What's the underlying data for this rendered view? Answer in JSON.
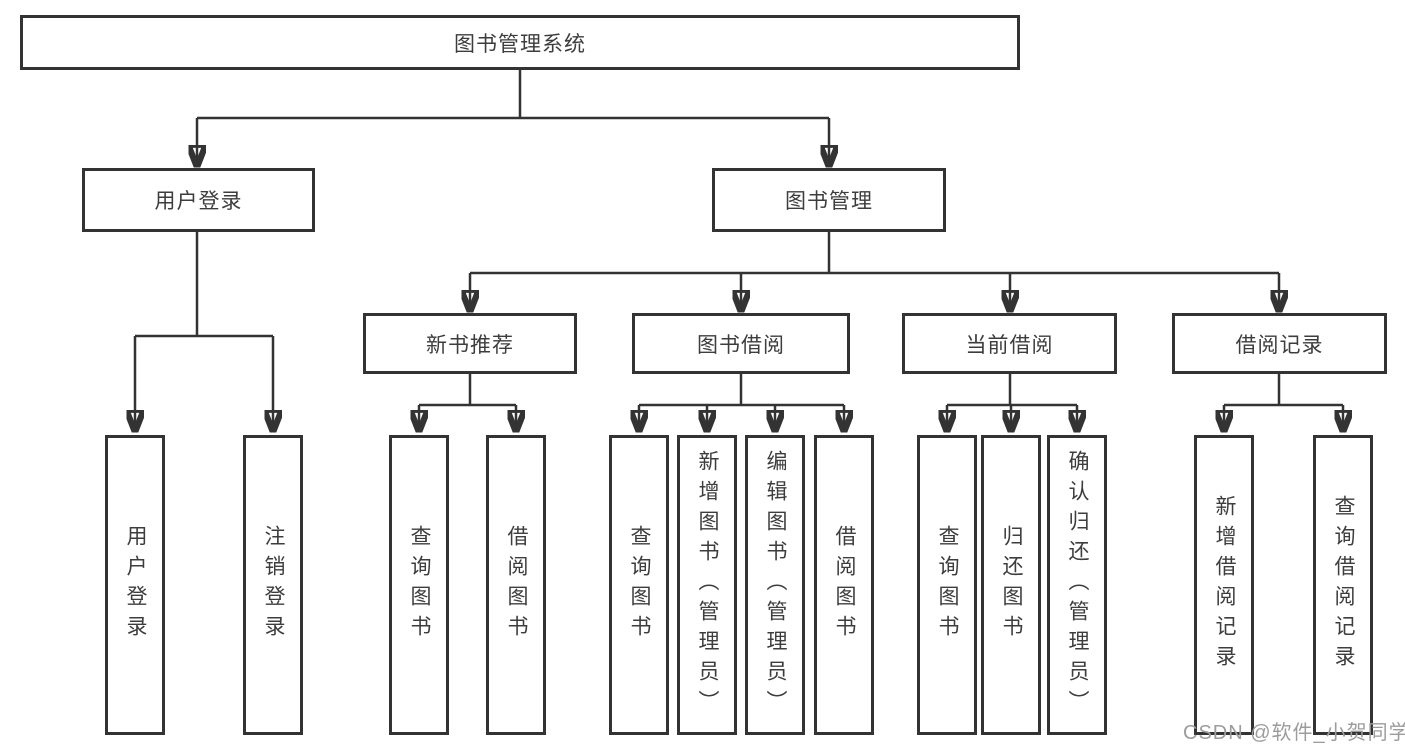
{
  "tree": {
    "root": "图书管理系统",
    "user_login": {
      "label": "用户登录",
      "children": {
        "login": "用户登录",
        "logout": "注销登录"
      }
    },
    "book_management": {
      "label": "图书管理",
      "new_book_recommend": {
        "label": "新书推荐",
        "children": {
          "query_book": "查询图书",
          "borrow_book": "借阅图书"
        }
      },
      "book_borrow": {
        "label": "图书借阅",
        "children": {
          "query_book": "查询图书",
          "add_book": "新增图书（管理员）",
          "edit_book": "编辑图书（管理员）",
          "borrow_book": "借阅图书"
        }
      },
      "current_borrow": {
        "label": "当前借阅",
        "children": {
          "query_book": "查询图书",
          "return_book": "归还图书",
          "confirm_return": "确认归还（管理员）"
        }
      },
      "borrow_records": {
        "label": "借阅记录",
        "children": {
          "add_record": "新增借阅记录",
          "query_record": "查询借阅记录"
        }
      }
    }
  },
  "watermark": "CSDN @软件_小贺同学",
  "colors": {
    "line": "#333333",
    "box_border": "#333333",
    "text": "#3d3d3d",
    "watermark": "#9c9c9c",
    "background": "#ffffff"
  }
}
